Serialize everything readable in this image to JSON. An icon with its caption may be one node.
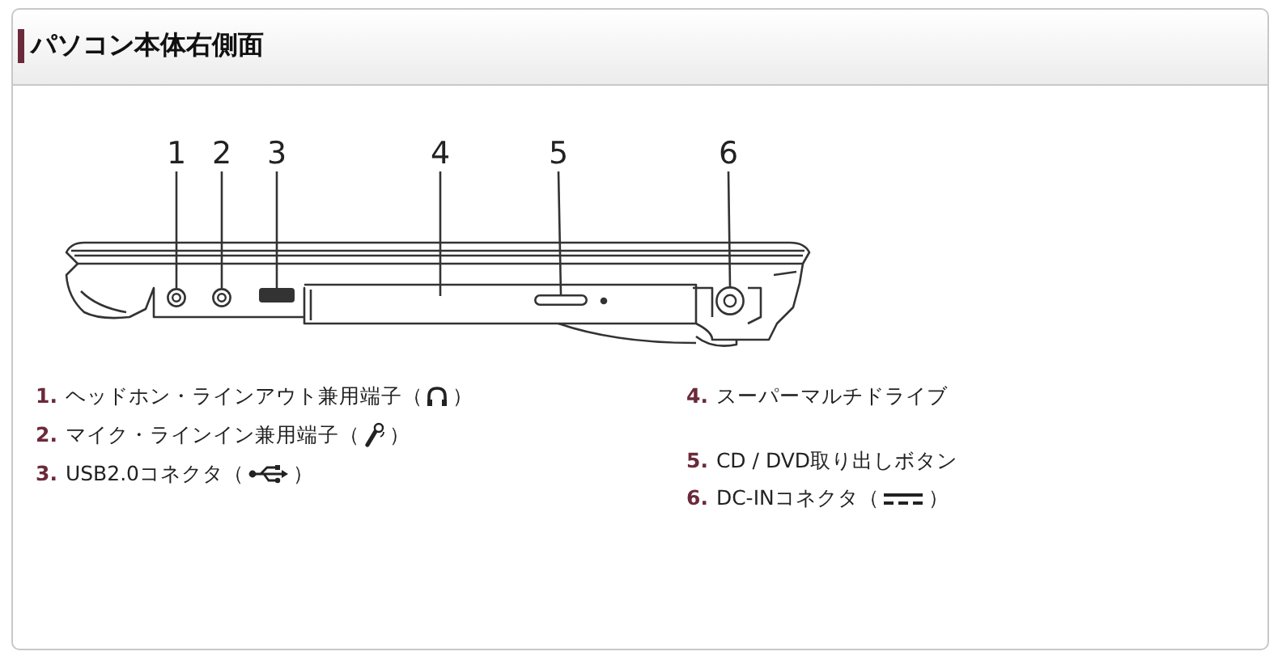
{
  "diagram": {
    "title": "パソコン本体右側面",
    "nodes": [
      {
        "text": [
          "1"
        ]
      },
      {
        "text": [
          "2"
        ]
      },
      {
        "text": [
          "3"
        ]
      },
      {
        "text": [
          "4"
        ]
      },
      {
        "text": [
          "5"
        ]
      },
      {
        "text": [
          "6"
        ]
      },
      {
        "text": [],
        "shape": "circle"
      },
      {
        "text": [],
        "shape": "circle"
      },
      {
        "text": [],
        "shape": "box"
      },
      {
        "text": [],
        "shape": "box"
      },
      {
        "text": [],
        "shape": "circle"
      }
    ],
    "edges": [
      {
        "from": 0,
        "to": 6,
        "arrow": "none"
      },
      {
        "from": 1,
        "to": 7,
        "arrow": "none"
      },
      {
        "from": 2,
        "to": 8,
        "arrow": "none"
      },
      {
        "from": 3,
        "to": null,
        "arrow": "none"
      },
      {
        "from": 4,
        "to": 9,
        "arrow": "none"
      },
      {
        "from": 5,
        "to": 10,
        "arrow": "none"
      }
    ],
    "labels": [
      "1.",
      "ヘッドホン・ラインアウト兼用端子",
      "（",
      "）",
      "2.",
      "マイク・ラインイン兼用端子",
      "（",
      "）",
      "3.",
      "USB2.0コネクタ",
      "（",
      "）",
      "4.",
      "スーパーマルチドライブ",
      "5.",
      "CD / DVD取り出しボタン",
      "6.",
      "DC-INコネクタ",
      "（",
      "）"
    ]
  }
}
